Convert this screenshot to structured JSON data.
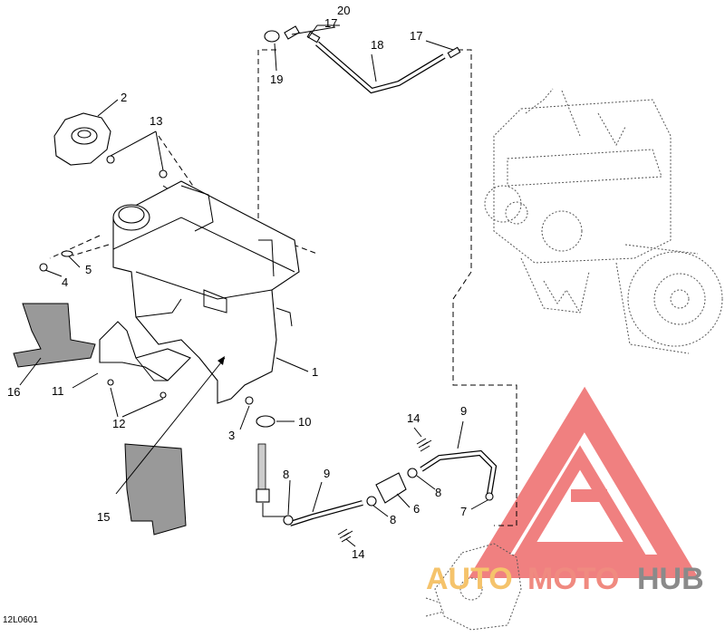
{
  "diagram": {
    "code": "12L0601",
    "callouts": [
      "1",
      "2",
      "3",
      "4",
      "5",
      "6",
      "7",
      "8",
      "8",
      "8",
      "9",
      "9",
      "10",
      "11",
      "12",
      "13",
      "14",
      "14",
      "15",
      "16",
      "17",
      "17",
      "18",
      "19",
      "20"
    ]
  },
  "watermark": {
    "part1": "AUTO",
    "part2": "MOTO",
    "part3": "HUB",
    "colors": {
      "auto": "#f5c36b",
      "moto": "#f08a80",
      "hub": "#8a8a8a",
      "logo": "#e84c4c"
    }
  }
}
